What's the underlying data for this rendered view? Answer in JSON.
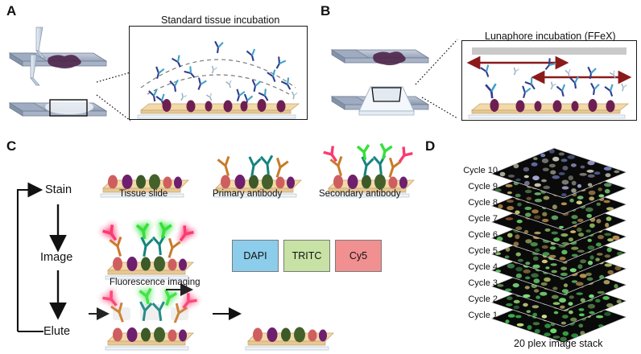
{
  "figure": {
    "panels": [
      {
        "letter": "A",
        "title": "Standard tissue incubation"
      },
      {
        "letter": "B",
        "title": "Lunaphore incubation (FFeX)"
      },
      {
        "letter": "C",
        "title": ""
      },
      {
        "letter": "D",
        "title": ""
      }
    ]
  },
  "panelA": {
    "letter": "A",
    "title": "Standard tissue incubation",
    "icon_slide_tissue": "slide-with-tissue-icon",
    "icon_slide_droplet": "slide-with-droplet-icon",
    "icon_pipette": "pipette-icon",
    "diffusion_arcs": 2,
    "antibody_count": 22,
    "antigen_count": 7
  },
  "panelB": {
    "letter": "B",
    "title": "Lunaphore incubation (FFeX)",
    "icon_slide_tissue": "slide-with-tissue-icon",
    "icon_flowcell_chip": "flowcell-chip-icon",
    "flow_arrows": 2,
    "arrow_color": "#8b1a1a",
    "chip_bar_color": "#c9c9c9",
    "antibody_count": 14,
    "antigen_count": 7
  },
  "panelC": {
    "letter": "C",
    "cycle_steps": [
      "Stain",
      "Image",
      "Elute"
    ],
    "stage_captions": [
      "Tissue slide",
      "Primary antibody",
      "Secondary antibody",
      "Fluorescence imaging"
    ],
    "channels": [
      {
        "name": "DAPI",
        "color": "#8ccdeb"
      },
      {
        "name": "TRITC",
        "color": "#c7e2a4"
      },
      {
        "name": "Cy5",
        "color": "#f19090"
      }
    ],
    "fluor_green": "#36e03a",
    "fluor_pink": "#fb3a71",
    "primary_ab_color": "#c87b2a",
    "primary_ab_color2": "#15847f",
    "slide_top_color": "#f2d9a8",
    "slide_edge_color": "#d9b273"
  },
  "panelD": {
    "letter": "D",
    "caption": "20 plex image stack",
    "cycles": [
      "Cycle 10",
      "Cycle 9",
      "Cycle 8",
      "Cycle 7",
      "Cycle 6",
      "Cycle 5",
      "Cycle 4",
      "Cycle 3",
      "Cycle 2",
      "Cycle 1"
    ],
    "layer_count": 10
  }
}
